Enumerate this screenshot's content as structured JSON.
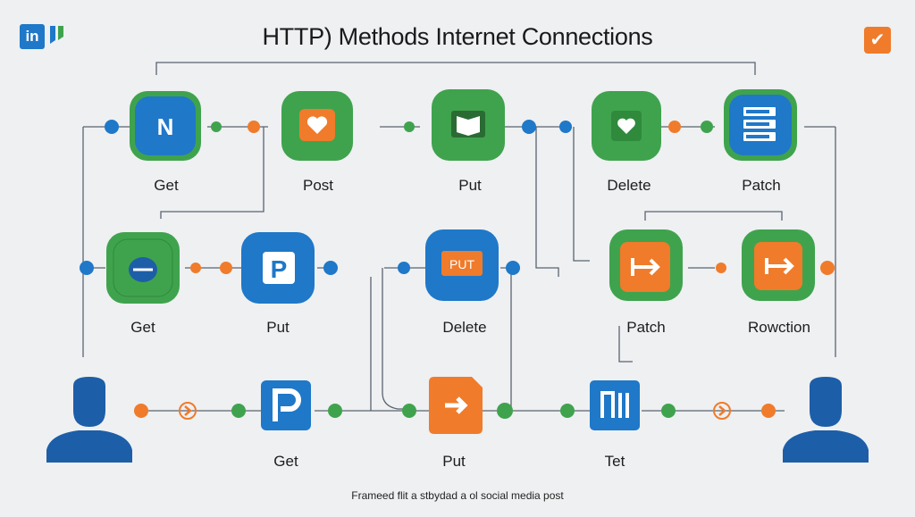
{
  "title": "HTTP) Methods Internet Connections",
  "footer": "Frameed flit a stbydad a ol social media post",
  "logo_text": "in",
  "colors": {
    "blue": "#1f78c8",
    "green": "#3fa34d",
    "orange": "#f07b2a",
    "dark_blue": "#1d5ea8",
    "line": "#5a6470"
  },
  "row1": {
    "labels": [
      "Get",
      "Post",
      "Put",
      "Delete",
      "Patch"
    ],
    "icons": [
      "n-letter-icon",
      "heart-icon",
      "book-icon",
      "heart-icon",
      "server-icon"
    ],
    "icon_text": [
      "N",
      "",
      "",
      "",
      ""
    ]
  },
  "row2": {
    "labels": [
      "Get",
      "Put",
      "Delete",
      "Patch",
      "Rowction"
    ],
    "icons": [
      "cloud-icon",
      "p-letter-icon",
      "put-tag-icon",
      "arrow-right-icon",
      "arrow-right-icon"
    ],
    "icon_text": [
      "",
      "P",
      "PUT",
      "",
      ""
    ]
  },
  "row3": {
    "labels": [
      "Get",
      "Put",
      "Tet"
    ],
    "icons": [
      "p-letter-icon",
      "arrow-right-icon",
      "n-bars-icon"
    ]
  },
  "users": [
    "user-left-icon",
    "user-right-icon"
  ]
}
